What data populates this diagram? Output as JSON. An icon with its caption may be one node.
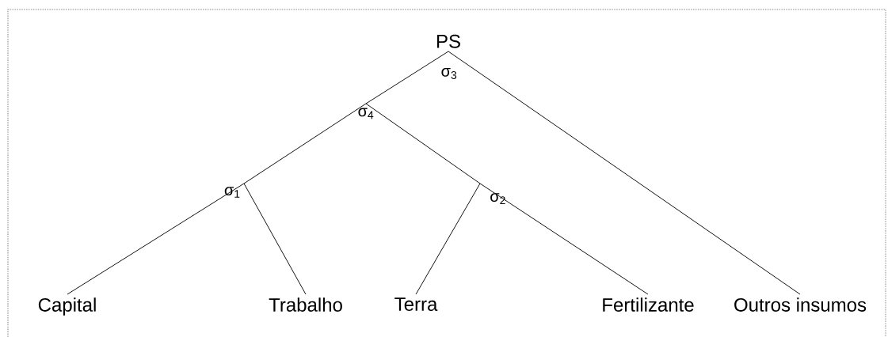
{
  "diagram": {
    "nodes": [
      {
        "text": [
          "PS"
        ],
        "beside": [
          "σ$_{3}$"
        ]
      },
      {
        "text": [
          "σ$_{4}$"
        ]
      },
      {
        "text": [
          "σ$_{1}$"
        ]
      },
      {
        "text": [
          "σ$_{2}$"
        ]
      },
      {
        "text": [
          "Capital"
        ]
      },
      {
        "text": [
          "Trabalho"
        ]
      },
      {
        "text": [
          "Terra"
        ]
      },
      {
        "text": [
          "Fertilizante"
        ]
      },
      {
        "text": [
          "Outros insumos"
        ]
      }
    ],
    "edges": [
      {
        "from": 0,
        "to": 1,
        "arrow": "none"
      },
      {
        "from": 0,
        "to": 8,
        "arrow": "none"
      },
      {
        "from": 1,
        "to": 2,
        "arrow": "none"
      },
      {
        "from": 1,
        "to": 3,
        "arrow": "none"
      },
      {
        "from": 2,
        "to": 4,
        "arrow": "none"
      },
      {
        "from": 2,
        "to": 5,
        "arrow": "none"
      },
      {
        "from": 3,
        "to": 6,
        "arrow": "none"
      },
      {
        "from": 3,
        "to": 7,
        "arrow": "none"
      }
    ]
  }
}
